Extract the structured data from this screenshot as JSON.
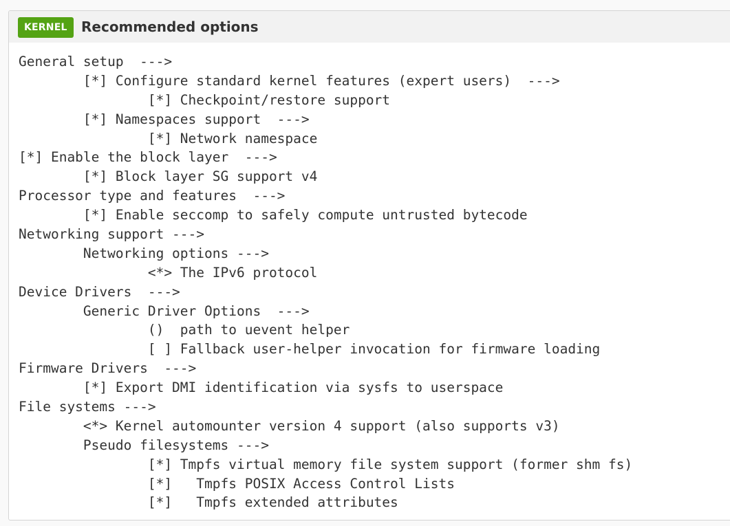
{
  "panel": {
    "badge": "KERNEL",
    "title": "Recommended options",
    "colors": {
      "badge_bg": "#54a314",
      "header_bg": "#f2f2f2",
      "text": "#333333"
    }
  },
  "code": {
    "lines": [
      "General setup  --->",
      "        [*] Configure standard kernel features (expert users)  --->",
      "                [*] Checkpoint/restore support",
      "        [*] Namespaces support  --->",
      "                [*] Network namespace",
      "[*] Enable the block layer  --->",
      "        [*] Block layer SG support v4",
      "Processor type and features  --->",
      "        [*] Enable seccomp to safely compute untrusted bytecode",
      "Networking support --->",
      "        Networking options --->",
      "                <*> The IPv6 protocol",
      "Device Drivers  --->",
      "        Generic Driver Options  --->",
      "                ()  path to uevent helper",
      "                [ ] Fallback user-helper invocation for firmware loading",
      "Firmware Drivers  --->",
      "        [*] Export DMI identification via sysfs to userspace",
      "File systems --->",
      "        <*> Kernel automounter version 4 support (also supports v3)",
      "        Pseudo filesystems --->",
      "                [*] Tmpfs virtual memory file system support (former shm fs)",
      "                [*]   Tmpfs POSIX Access Control Lists",
      "                [*]   Tmpfs extended attributes"
    ]
  }
}
